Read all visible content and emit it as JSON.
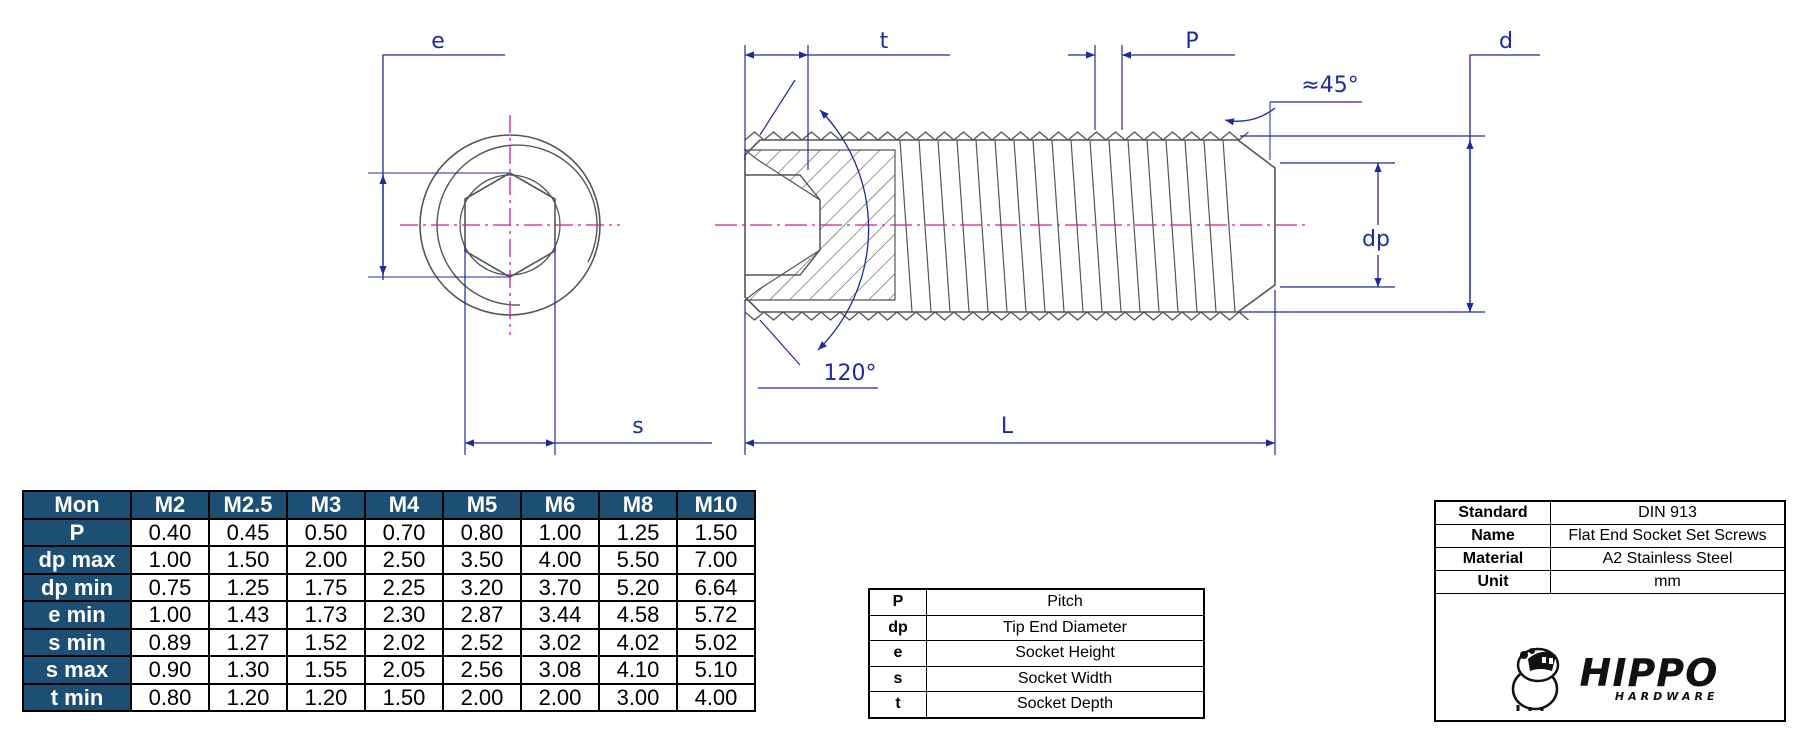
{
  "drawing": {
    "labels": {
      "e": "e",
      "t": "t",
      "P": "P",
      "d": "d",
      "angle45": "≈45°",
      "dp": "dp",
      "angle120": "120°",
      "s": "s",
      "L": "L"
    },
    "colors": {
      "dimension": "#1f2a9e",
      "centerline": "#d0208a",
      "outline": "#555555"
    }
  },
  "dimensions_table": {
    "corner_label": "Mon",
    "sizes": [
      "M2",
      "M2.5",
      "M3",
      "M4",
      "M5",
      "M6",
      "M8",
      "M10"
    ],
    "rows": [
      {
        "label": "P",
        "values": [
          "0.40",
          "0.45",
          "0.50",
          "0.70",
          "0.80",
          "1.00",
          "1.25",
          "1.50"
        ]
      },
      {
        "label": "dp max",
        "values": [
          "1.00",
          "1.50",
          "2.00",
          "2.50",
          "3.50",
          "4.00",
          "5.50",
          "7.00"
        ]
      },
      {
        "label": "dp min",
        "values": [
          "0.75",
          "1.25",
          "1.75",
          "2.25",
          "3.20",
          "3.70",
          "5.20",
          "6.64"
        ]
      },
      {
        "label": "e min",
        "values": [
          "1.00",
          "1.43",
          "1.73",
          "2.30",
          "2.87",
          "3.44",
          "4.58",
          "5.72"
        ]
      },
      {
        "label": "s min",
        "values": [
          "0.89",
          "1.27",
          "1.52",
          "2.02",
          "2.52",
          "3.02",
          "4.02",
          "5.02"
        ]
      },
      {
        "label": "s max",
        "values": [
          "0.90",
          "1.30",
          "1.55",
          "2.05",
          "2.56",
          "3.08",
          "4.10",
          "5.10"
        ]
      },
      {
        "label": "t min",
        "values": [
          "0.80",
          "1.20",
          "1.20",
          "1.50",
          "2.00",
          "2.00",
          "3.00",
          "4.00"
        ]
      }
    ],
    "header_color": "#1c4f73"
  },
  "legend": [
    {
      "symbol": "P",
      "description": "Pitch"
    },
    {
      "symbol": "dp",
      "description": "Tip End Diameter"
    },
    {
      "symbol": "e",
      "description": "Socket Height"
    },
    {
      "symbol": "s",
      "description": "Socket Width"
    },
    {
      "symbol": "t",
      "description": "Socket Depth"
    }
  ],
  "spec": [
    {
      "key": "Standard",
      "value": "DIN 913"
    },
    {
      "key": "Name",
      "value": "Flat End Socket Set Screws"
    },
    {
      "key": "Material",
      "value": "A2 Stainless Steel"
    },
    {
      "key": "Unit",
      "value": "mm"
    }
  ],
  "logo": {
    "word": "HIPPO",
    "sub": "HARDWARE",
    "icon": "hippo-mascot-icon"
  }
}
